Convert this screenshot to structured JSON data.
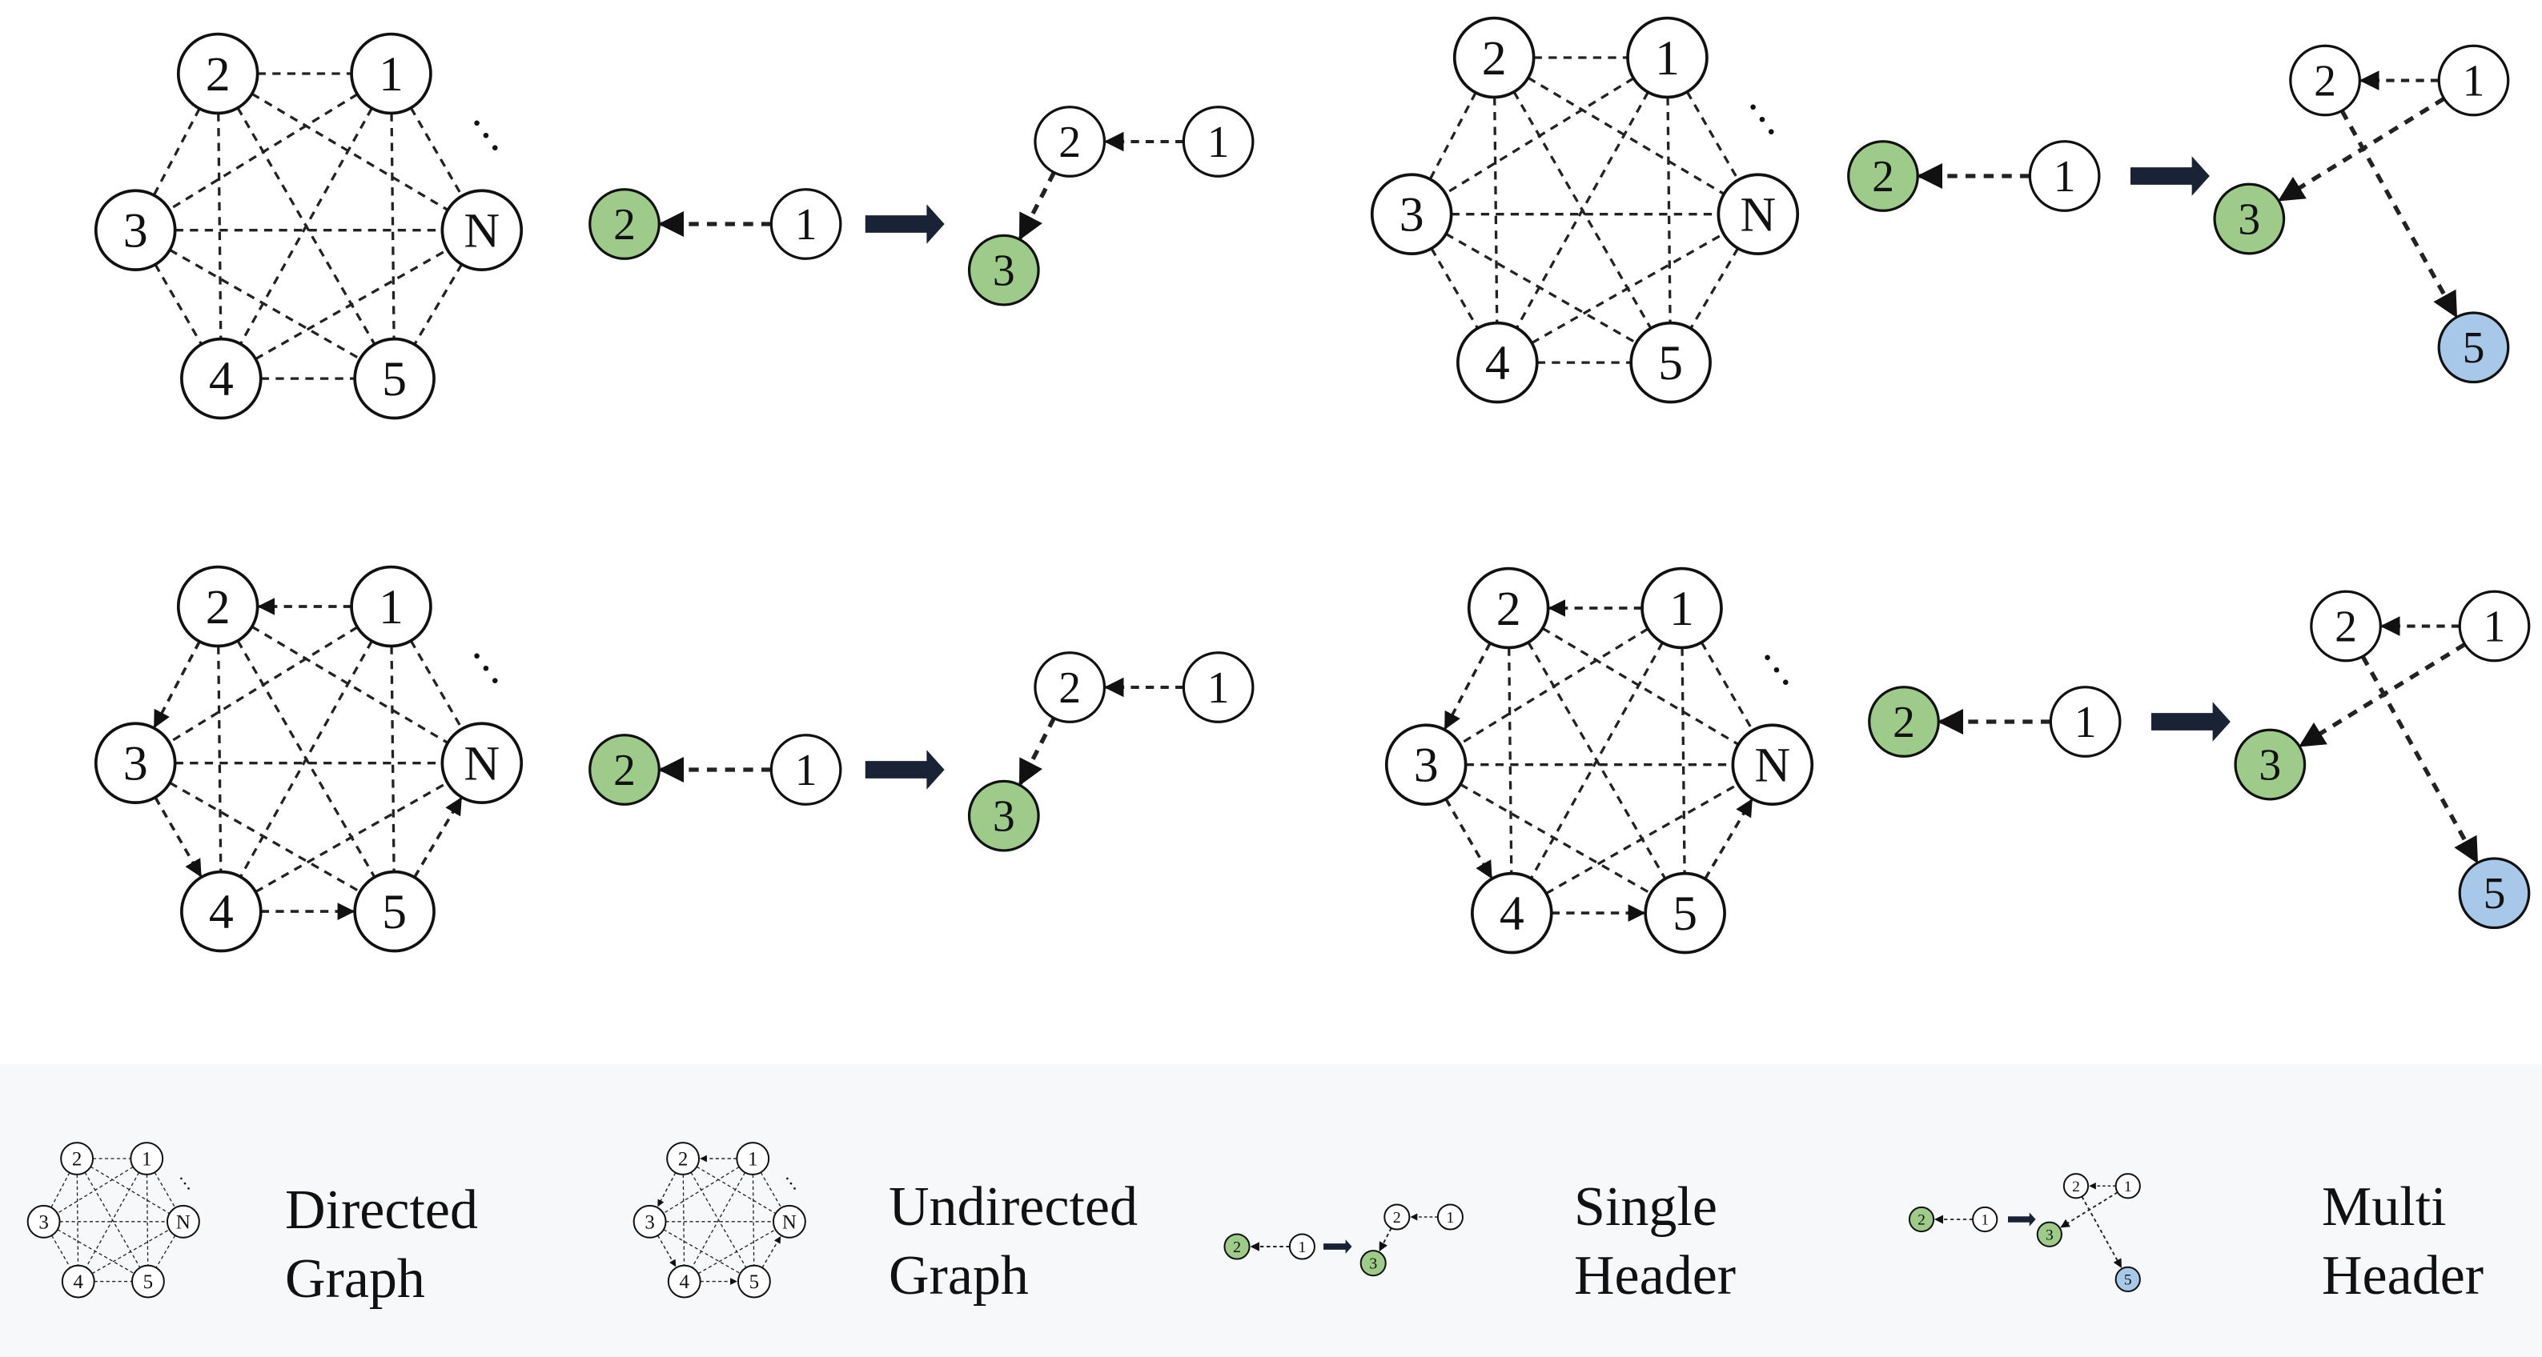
{
  "colors": {
    "node_fill": "#ffffff",
    "node_stroke": "#111111",
    "green": "#9ecb8a",
    "blue": "#a8c8ea",
    "arrow": "#1a2236",
    "edge": "#222222"
  },
  "ellipsis": "⋮",
  "legend": [
    {
      "line1": "Directed",
      "line2": "Graph"
    },
    {
      "line1": "Undirected",
      "line2": "Graph"
    },
    {
      "line1": "Single",
      "line2": "Header"
    },
    {
      "line1": "Multi",
      "line2": "Header"
    }
  ],
  "graph": {
    "nodes": [
      "2",
      "1",
      "3",
      "N",
      "4",
      "5"
    ],
    "edges_undirected": [
      [
        "2",
        "1"
      ],
      [
        "2",
        "3"
      ],
      [
        "1",
        "N"
      ],
      [
        "3",
        "4"
      ],
      [
        "N",
        "5"
      ],
      [
        "4",
        "5"
      ],
      [
        "2",
        "4"
      ],
      [
        "2",
        "5"
      ],
      [
        "2",
        "N"
      ],
      [
        "1",
        "3"
      ],
      [
        "1",
        "4"
      ],
      [
        "1",
        "5"
      ],
      [
        "3",
        "N"
      ],
      [
        "3",
        "5"
      ],
      [
        "4",
        "N"
      ]
    ],
    "edges_directed": [
      [
        "1",
        "2"
      ],
      [
        "2",
        "3"
      ],
      [
        "3",
        "4"
      ],
      [
        "4",
        "5"
      ],
      [
        "5",
        "N"
      ]
    ]
  },
  "single_header": {
    "input": [
      [
        "1",
        "2"
      ]
    ],
    "output": [
      [
        "1",
        "2"
      ],
      [
        "2",
        "3"
      ]
    ],
    "highlight": {
      "2_in": "green",
      "3": "green"
    }
  },
  "multi_header": {
    "input": [
      [
        "1",
        "2"
      ]
    ],
    "output": [
      [
        "1",
        "2"
      ],
      [
        "1",
        "3"
      ],
      [
        "2",
        "5"
      ]
    ],
    "highlight": {
      "2_in": "green",
      "3": "green",
      "5": "blue"
    }
  }
}
